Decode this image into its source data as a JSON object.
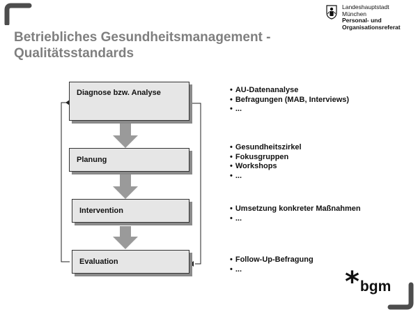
{
  "header": {
    "title_line1": "Betriebliches Gesundheitsmanagement -",
    "title_line2": "Qualitätsstandards"
  },
  "logo": {
    "line1": "Landeshauptstadt",
    "line2": "München",
    "line3": "Personal- und",
    "line4": "Organisationsreferat"
  },
  "diagram": {
    "steps": [
      {
        "label": "Diagnose bzw. Analyse",
        "bullets": [
          "AU-Datenanalyse",
          "Befragungen (MAB, Interviews)",
          "..."
        ]
      },
      {
        "label": "Planung",
        "bullets": [
          "Gesundheitszirkel",
          "Fokusgruppen",
          "Workshops",
          "..."
        ]
      },
      {
        "label": "Intervention",
        "bullets": [
          "Umsetzung konkreter Maßnahmen",
          "..."
        ]
      },
      {
        "label": "Evaluation",
        "bullets": [
          "Follow-Up-Befragung",
          "..."
        ]
      }
    ]
  },
  "footer": {
    "star": "*",
    "brand": "bgm"
  },
  "colors": {
    "corner": "#4d4d4d",
    "title": "#7f7f7f",
    "box_fill": "#e6e6e6",
    "arrow": "#9a9a9a"
  }
}
